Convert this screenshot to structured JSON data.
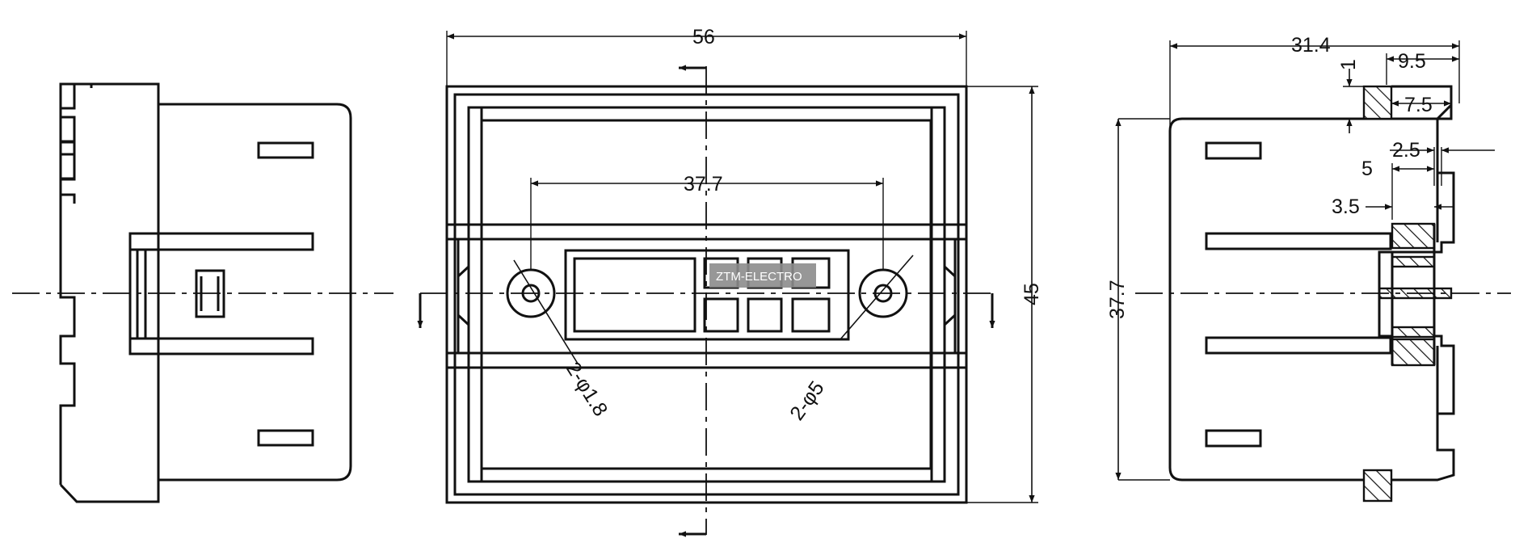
{
  "drawing": {
    "front_view": {
      "overall_width": "56",
      "overall_height": "45",
      "mount_hole_spacing": "37.7",
      "hole_callout_left": "2-φ1.8",
      "hole_callout_right": "2-φ5"
    },
    "side_view": {
      "overall_depth": "31.4",
      "overall_height": "37.7",
      "flange_depth": "9.5",
      "flange_inner": "7.5",
      "flange_thickness": "1",
      "clip_depth_a": "2.5",
      "clip_depth_b": "5",
      "clip_depth_c": "3.5"
    },
    "watermark": "ZTM-ELECTRO"
  }
}
